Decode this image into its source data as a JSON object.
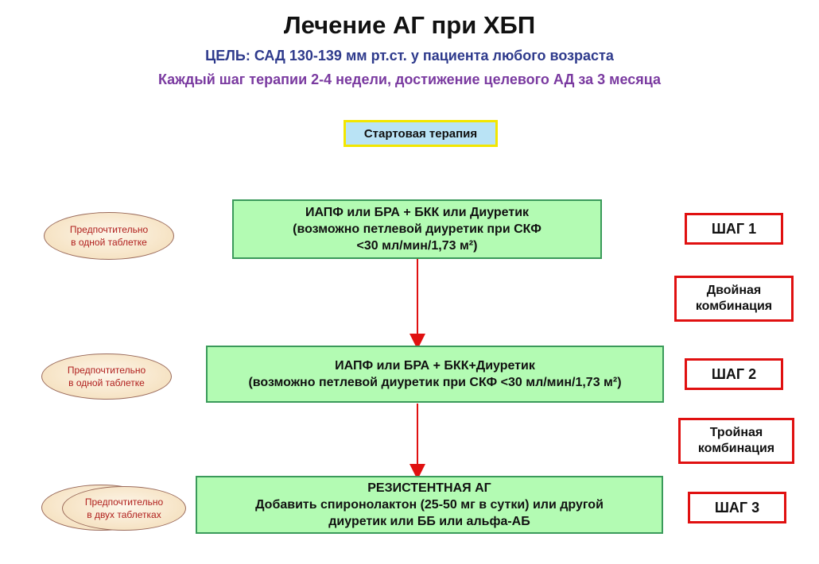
{
  "header": {
    "title": "Лечение АГ при ХБП",
    "goal": "ЦЕЛЬ: САД 130-139 мм рт.ст. у пациента любого возраста",
    "timing": "Каждый шаг терапии 2-4 недели, достижение целевого АД за 3 месяца"
  },
  "start_label": "Стартовая терапия",
  "steps": [
    {
      "line1": "ИАПФ или БРА + БКК или Диуретик",
      "line2": "(возможно петлевой диуретик при СКФ",
      "line3": "<30 мл/мин/1,73 м²)",
      "step_label": "ШАГ 1",
      "oval_line1": "Предпочтительно",
      "oval_line2": "в одной таблетке"
    },
    {
      "line1": "ИАПФ или БРА + БКК+Диуретик",
      "line2": "(возможно петлевой диуретик при СКФ <30 мл/мин/1,73 м²)",
      "step_label": "ШАГ 2",
      "oval_line1": "Предпочтительно",
      "oval_line2": "в одной таблетке"
    },
    {
      "line1": "РЕЗИСТЕНТНАЯ АГ",
      "line2": "Добавить спиронолактон (25-50 мг в сутки) или другой",
      "line3": "диуретик или ББ или альфа-АБ",
      "step_label": "ШАГ 3",
      "oval_line1": "Предпочтительно",
      "oval_line2": "в двух таблетках"
    }
  ],
  "transitions": [
    {
      "line1": "Двойная",
      "line2": "комбинация"
    },
    {
      "line1": "Тройная",
      "line2": "комбинация"
    }
  ],
  "colors": {
    "green_fill": "#b3fbb3",
    "green_border": "#3a9a5a",
    "red_border": "#e01010",
    "arrow": "#e01010",
    "start_fill": "#b9e3f5",
    "start_border": "#f2e600"
  }
}
